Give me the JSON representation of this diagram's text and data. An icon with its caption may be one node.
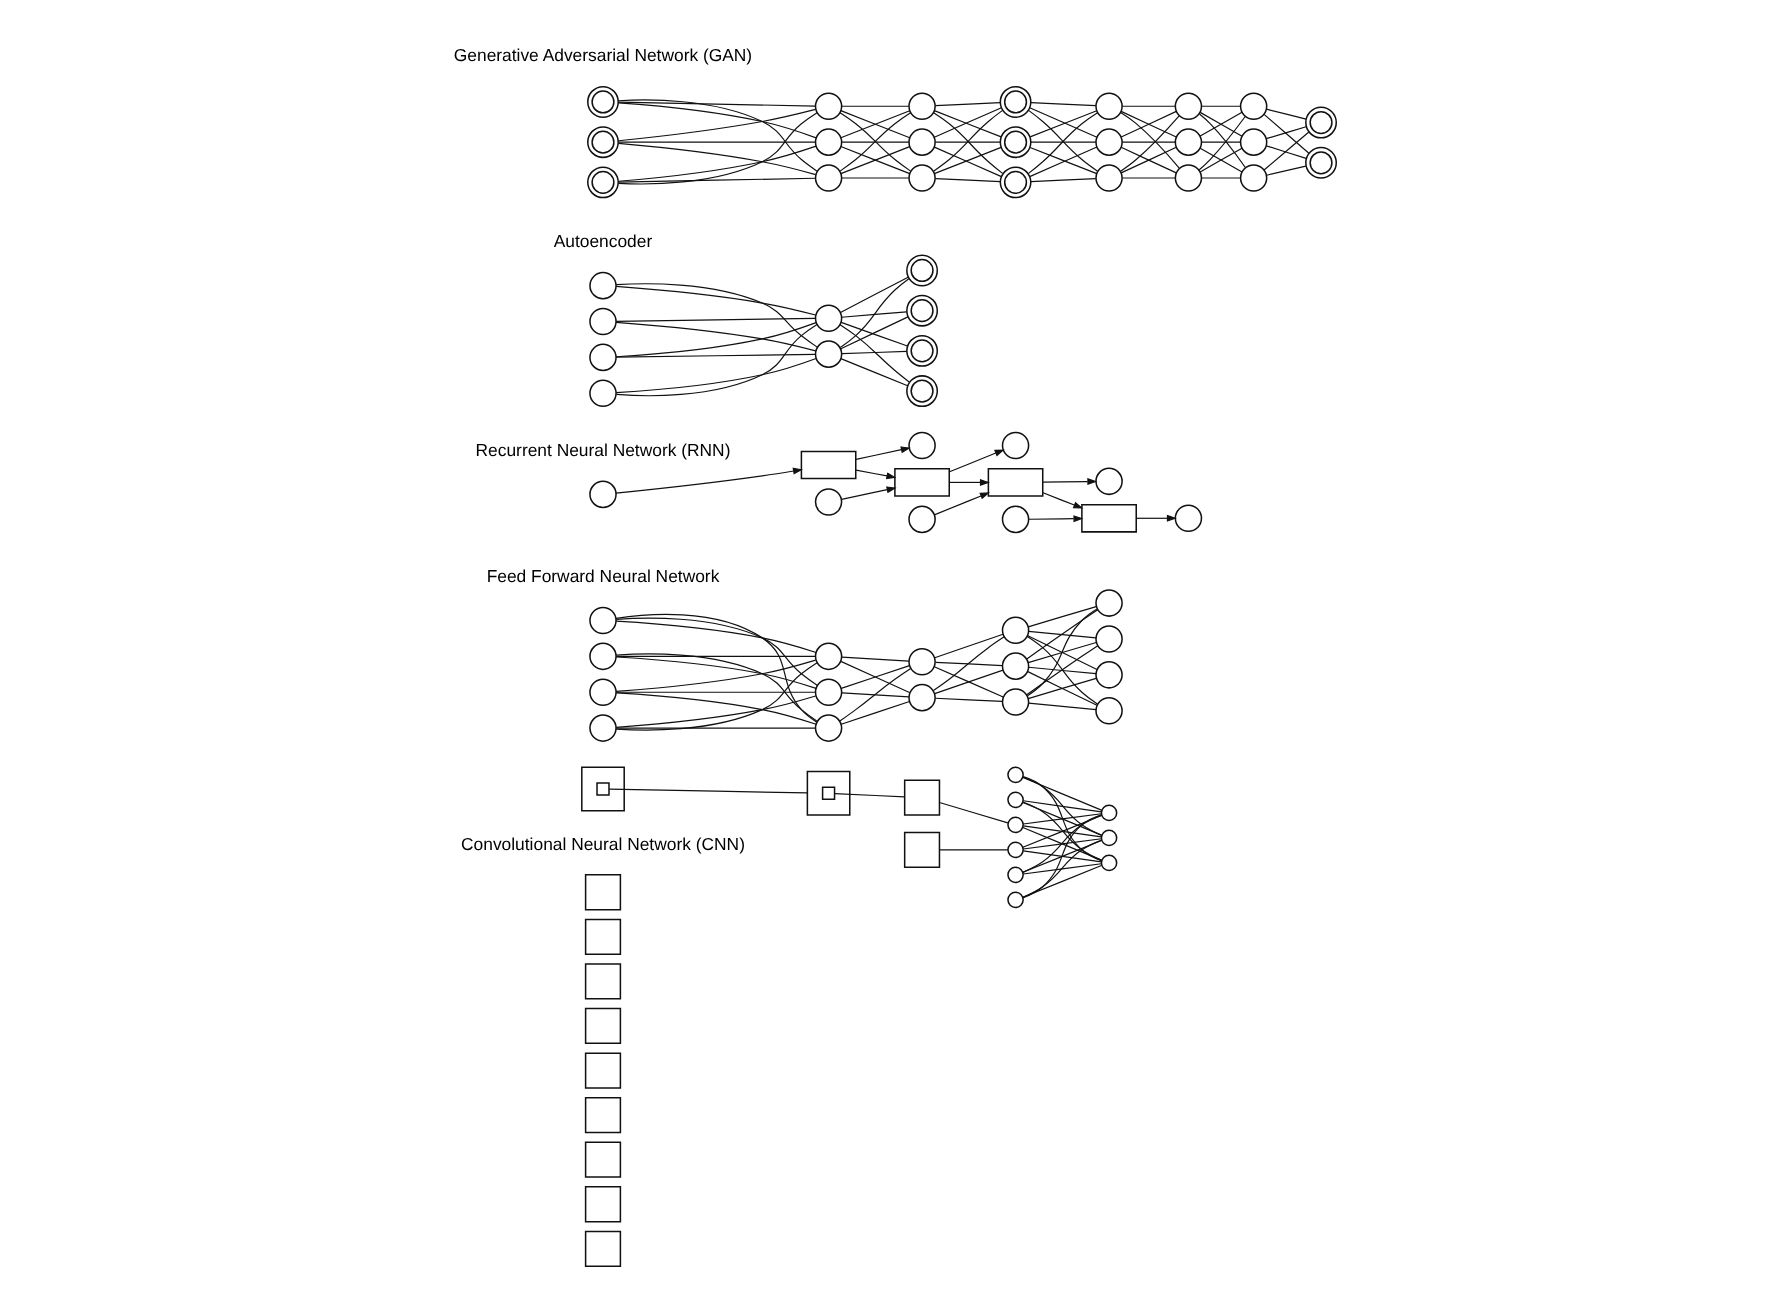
{
  "diagram": {
    "nodes": [
      {
        "text": [],
        "shape": "box"
      },
      {
        "text": [],
        "shape": "box",
        "in": 0
      },
      {
        "text": [],
        "shape": "box"
      },
      {
        "text": [],
        "shape": "box"
      },
      {
        "text": [],
        "shape": "box"
      },
      {
        "text": [],
        "shape": "box"
      },
      {
        "text": [],
        "shape": "box"
      },
      {
        "text": [],
        "shape": "box"
      },
      {
        "text": [],
        "shape": "box",
        "in": 7
      },
      {
        "text": [],
        "shape": "box"
      },
      {
        "text": [],
        "shape": "box"
      },
      {
        "text": [],
        "shape": "box"
      },
      {
        "text": [],
        "shape": "box"
      },
      {
        "text": [],
        "shape": "box"
      },
      {
        "text": [],
        "shape": "box"
      },
      {
        "text": [],
        "shape": "circle"
      },
      {
        "text": [],
        "shape": "circle"
      },
      {
        "text": [],
        "shape": "circle"
      },
      {
        "text": [],
        "shape": "circle"
      },
      {
        "text": [],
        "shape": "circle"
      },
      {
        "text": [],
        "shape": "circle"
      },
      {
        "text": [],
        "shape": "circle"
      },
      {
        "text": [],
        "shape": "circle"
      },
      {
        "text": [],
        "shape": "circle"
      },
      {
        "text": [],
        "shape": "circle"
      },
      {
        "text": [],
        "shape": "circle"
      },
      {
        "text": [],
        "shape": "circle"
      },
      {
        "text": [],
        "shape": "circle"
      },
      {
        "text": [],
        "shape": "circle"
      },
      {
        "text": [],
        "shape": "circle"
      },
      {
        "text": [],
        "shape": "circle"
      },
      {
        "text": [],
        "shape": "circle"
      },
      {
        "text": [],
        "shape": "circle"
      },
      {
        "text": [],
        "shape": "circle"
      },
      {
        "text": [],
        "shape": "circle"
      },
      {
        "text": [],
        "shape": "circle"
      },
      {
        "text": [],
        "shape": "circle"
      },
      {
        "text": [],
        "shape": "circle"
      },
      {
        "text": [],
        "shape": "circle"
      },
      {
        "text": [],
        "shape": "circle"
      },
      {
        "text": [],
        "shape": "circle"
      },
      {
        "text": [],
        "shape": "circle"
      },
      {
        "text": [],
        "shape": "circle"
      },
      {
        "text": [],
        "shape": "circle"
      },
      {
        "text": [],
        "shape": "box"
      },
      {
        "text": [],
        "shape": "box"
      },
      {
        "text": [],
        "shape": "box"
      },
      {
        "text": [],
        "shape": "box"
      },
      {
        "text": [],
        "shape": "circle"
      },
      {
        "text": [],
        "shape": "circle"
      },
      {
        "text": [],
        "shape": "circle"
      },
      {
        "text": [],
        "shape": "circle"
      },
      {
        "text": [],
        "shape": "circle"
      },
      {
        "text": [],
        "shape": "circle"
      },
      {
        "text": [],
        "shape": "circle"
      },
      {
        "text": [],
        "shape": "circle"
      },
      {
        "text": [],
        "shape": "circle"
      },
      {
        "text": [],
        "shape": "circle"
      },
      {
        "text": [],
        "shape": "doublecircle"
      },
      {
        "text": [],
        "shape": "doublecircle"
      },
      {
        "text": [],
        "shape": "doublecircle"
      },
      {
        "text": [],
        "shape": "doublecircle"
      },
      {
        "text": [],
        "shape": "doublecircle"
      },
      {
        "text": [],
        "shape": "doublecircle"
      },
      {
        "text": [],
        "shape": "doublecircle"
      },
      {
        "text": [],
        "shape": "circle"
      },
      {
        "text": [],
        "shape": "circle"
      },
      {
        "text": [],
        "shape": "circle"
      },
      {
        "text": [],
        "shape": "circle"
      },
      {
        "text": [],
        "shape": "circle"
      },
      {
        "text": [],
        "shape": "circle"
      },
      {
        "text": [],
        "shape": "doublecircle"
      },
      {
        "text": [],
        "shape": "doublecircle"
      },
      {
        "text": [],
        "shape": "doublecircle"
      },
      {
        "text": [],
        "shape": "circle"
      },
      {
        "text": [],
        "shape": "circle"
      },
      {
        "text": [],
        "shape": "circle"
      },
      {
        "text": [],
        "shape": "circle"
      },
      {
        "text": [],
        "shape": "circle"
      },
      {
        "text": [],
        "shape": "circle"
      },
      {
        "text": [],
        "shape": "circle"
      },
      {
        "text": [],
        "shape": "circle"
      },
      {
        "text": [],
        "shape": "circle"
      },
      {
        "text": [],
        "shape": "doublecircle"
      },
      {
        "text": [],
        "shape": "doublecircle"
      }
    ],
    "edges": [
      {
        "from": 1,
        "to": 7,
        "arrow": "none"
      },
      {
        "from": 8,
        "to": 14,
        "arrow": "none"
      },
      {
        "from": 9,
        "to": 15,
        "arrow": "none"
      },
      {
        "from": 14,
        "to": 20,
        "arrow": "none"
      },
      {
        "from": 15,
        "to": 21,
        "arrow": "none"
      },
      {
        "from": 15,
        "to": 22,
        "arrow": "none"
      },
      {
        "from": 15,
        "to": 23,
        "arrow": "none"
      },
      {
        "from": 16,
        "to": 21,
        "arrow": "none"
      },
      {
        "from": 16,
        "to": 22,
        "arrow": "none"
      },
      {
        "from": 16,
        "to": 23,
        "arrow": "none"
      },
      {
        "from": 17,
        "to": 21,
        "arrow": "none"
      },
      {
        "from": 17,
        "to": 22,
        "arrow": "none"
      },
      {
        "from": 17,
        "to": 23,
        "arrow": "none"
      },
      {
        "from": 18,
        "to": 21,
        "arrow": "none"
      },
      {
        "from": 18,
        "to": 22,
        "arrow": "none"
      },
      {
        "from": 18,
        "to": 23,
        "arrow": "none"
      },
      {
        "from": 19,
        "to": 21,
        "arrow": "none"
      },
      {
        "from": 19,
        "to": 22,
        "arrow": "none"
      },
      {
        "from": 19,
        "to": 23,
        "arrow": "none"
      },
      {
        "from": 20,
        "to": 21,
        "arrow": "none"
      },
      {
        "from": 20,
        "to": 22,
        "arrow": "none"
      },
      {
        "from": 20,
        "to": 23,
        "arrow": "none"
      },
      {
        "from": 24,
        "to": 28,
        "arrow": "none"
      },
      {
        "from": 24,
        "to": 29,
        "arrow": "none"
      },
      {
        "from": 24,
        "to": 30,
        "arrow": "none"
      },
      {
        "from": 25,
        "to": 28,
        "arrow": "none"
      },
      {
        "from": 25,
        "to": 29,
        "arrow": "none"
      },
      {
        "from": 25,
        "to": 30,
        "arrow": "none"
      },
      {
        "from": 26,
        "to": 28,
        "arrow": "none"
      },
      {
        "from": 26,
        "to": 29,
        "arrow": "none"
      },
      {
        "from": 26,
        "to": 30,
        "arrow": "none"
      },
      {
        "from": 27,
        "to": 28,
        "arrow": "none"
      },
      {
        "from": 27,
        "to": 29,
        "arrow": "none"
      },
      {
        "from": 27,
        "to": 30,
        "arrow": "none"
      },
      {
        "from": 28,
        "to": 31,
        "arrow": "none"
      },
      {
        "from": 28,
        "to": 32,
        "arrow": "none"
      },
      {
        "from": 29,
        "to": 31,
        "arrow": "none"
      },
      {
        "from": 29,
        "to": 32,
        "arrow": "none"
      },
      {
        "from": 30,
        "to": 31,
        "arrow": "none"
      },
      {
        "from": 30,
        "to": 32,
        "arrow": "none"
      },
      {
        "from": 31,
        "to": 33,
        "arrow": "none"
      },
      {
        "from": 31,
        "to": 34,
        "arrow": "none"
      },
      {
        "from": 31,
        "to": 35,
        "arrow": "none"
      },
      {
        "from": 32,
        "to": 33,
        "arrow": "none"
      },
      {
        "from": 32,
        "to": 34,
        "arrow": "none"
      },
      {
        "from": 32,
        "to": 35,
        "arrow": "none"
      },
      {
        "from": 33,
        "to": 36,
        "arrow": "none"
      },
      {
        "from": 33,
        "to": 37,
        "arrow": "none"
      },
      {
        "from": 33,
        "to": 38,
        "arrow": "none"
      },
      {
        "from": 33,
        "to": 39,
        "arrow": "none"
      },
      {
        "from": 34,
        "to": 36,
        "arrow": "none"
      },
      {
        "from": 34,
        "to": 37,
        "arrow": "none"
      },
      {
        "from": 34,
        "to": 38,
        "arrow": "none"
      },
      {
        "from": 34,
        "to": 39,
        "arrow": "none"
      },
      {
        "from": 35,
        "to": 36,
        "arrow": "none"
      },
      {
        "from": 35,
        "to": 37,
        "arrow": "none"
      },
      {
        "from": 35,
        "to": 38,
        "arrow": "none"
      },
      {
        "from": 35,
        "to": 39,
        "arrow": "none"
      },
      {
        "from": 48,
        "to": 44,
        "arrow": "to"
      },
      {
        "from": 44,
        "to": 40,
        "arrow": "to"
      },
      {
        "from": 44,
        "to": 45,
        "arrow": "to"
      },
      {
        "from": 49,
        "to": 45,
        "arrow": "to"
      },
      {
        "from": 45,
        "to": 41,
        "arrow": "to"
      },
      {
        "from": 45,
        "to": 46,
        "arrow": "to"
      },
      {
        "from": 50,
        "to": 46,
        "arrow": "to"
      },
      {
        "from": 46,
        "to": 42,
        "arrow": "to"
      },
      {
        "from": 46,
        "to": 47,
        "arrow": "to"
      },
      {
        "from": 51,
        "to": 47,
        "arrow": "to"
      },
      {
        "from": 47,
        "to": 43,
        "arrow": "to"
      },
      {
        "from": 52,
        "to": 56,
        "arrow": "none"
      },
      {
        "from": 52,
        "to": 57,
        "arrow": "none"
      },
      {
        "from": 53,
        "to": 56,
        "arrow": "none"
      },
      {
        "from": 53,
        "to": 57,
        "arrow": "none"
      },
      {
        "from": 54,
        "to": 56,
        "arrow": "none"
      },
      {
        "from": 54,
        "to": 57,
        "arrow": "none"
      },
      {
        "from": 55,
        "to": 56,
        "arrow": "none"
      },
      {
        "from": 55,
        "to": 57,
        "arrow": "none"
      },
      {
        "from": 56,
        "to": 58,
        "arrow": "none"
      },
      {
        "from": 56,
        "to": 59,
        "arrow": "none"
      },
      {
        "from": 56,
        "to": 60,
        "arrow": "none"
      },
      {
        "from": 56,
        "to": 61,
        "arrow": "none"
      },
      {
        "from": 57,
        "to": 58,
        "arrow": "none"
      },
      {
        "from": 57,
        "to": 59,
        "arrow": "none"
      },
      {
        "from": 57,
        "to": 60,
        "arrow": "none"
      },
      {
        "from": 57,
        "to": 61,
        "arrow": "none"
      },
      {
        "from": 62,
        "to": 65,
        "arrow": "none"
      },
      {
        "from": 62,
        "to": 66,
        "arrow": "none"
      },
      {
        "from": 62,
        "to": 67,
        "arrow": "none"
      },
      {
        "from": 63,
        "to": 65,
        "arrow": "none"
      },
      {
        "from": 63,
        "to": 66,
        "arrow": "none"
      },
      {
        "from": 63,
        "to": 67,
        "arrow": "none"
      },
      {
        "from": 64,
        "to": 65,
        "arrow": "none"
      },
      {
        "from": 64,
        "to": 66,
        "arrow": "none"
      },
      {
        "from": 64,
        "to": 67,
        "arrow": "none"
      },
      {
        "from": 65,
        "to": 68,
        "arrow": "none"
      },
      {
        "from": 65,
        "to": 69,
        "arrow": "none"
      },
      {
        "from": 65,
        "to": 70,
        "arrow": "none"
      },
      {
        "from": 66,
        "to": 68,
        "arrow": "none"
      },
      {
        "from": 66,
        "to": 69,
        "arrow": "none"
      },
      {
        "from": 66,
        "to": 70,
        "arrow": "none"
      },
      {
        "from": 67,
        "to": 68,
        "arrow": "none"
      },
      {
        "from": 67,
        "to": 69,
        "arrow": "none"
      },
      {
        "from": 67,
        "to": 70,
        "arrow": "none"
      },
      {
        "from": 68,
        "to": 71,
        "arrow": "none"
      },
      {
        "from": 68,
        "to": 72,
        "arrow": "none"
      },
      {
        "from": 68,
        "to": 73,
        "arrow": "none"
      },
      {
        "from": 69,
        "to": 71,
        "arrow": "none"
      },
      {
        "from": 69,
        "to": 72,
        "arrow": "none"
      },
      {
        "from": 69,
        "to": 73,
        "arrow": "none"
      },
      {
        "from": 70,
        "to": 71,
        "arrow": "none"
      },
      {
        "from": 70,
        "to": 72,
        "arrow": "none"
      },
      {
        "from": 70,
        "to": 73,
        "arrow": "none"
      },
      {
        "from": 71,
        "to": 74,
        "arrow": "none"
      },
      {
        "from": 71,
        "to": 75,
        "arrow": "none"
      },
      {
        "from": 71,
        "to": 76,
        "arrow": "none"
      },
      {
        "from": 72,
        "to": 74,
        "arrow": "none"
      },
      {
        "from": 72,
        "to": 75,
        "arrow": "none"
      },
      {
        "from": 72,
        "to": 76,
        "arrow": "none"
      },
      {
        "from": 73,
        "to": 74,
        "arrow": "none"
      },
      {
        "from": 73,
        "to": 75,
        "arrow": "none"
      },
      {
        "from": 73,
        "to": 76,
        "arrow": "none"
      },
      {
        "from": 74,
        "to": 77,
        "arrow": "none"
      },
      {
        "from": 74,
        "to": 78,
        "arrow": "none"
      },
      {
        "from": 74,
        "to": 79,
        "arrow": "none"
      },
      {
        "from": 75,
        "to": 77,
        "arrow": "none"
      },
      {
        "from": 75,
        "to": 78,
        "arrow": "none"
      },
      {
        "from": 75,
        "to": 79,
        "arrow": "none"
      },
      {
        "from": 76,
        "to": 77,
        "arrow": "none"
      },
      {
        "from": 76,
        "to": 78,
        "arrow": "none"
      },
      {
        "from": 76,
        "to": 79,
        "arrow": "none"
      },
      {
        "from": 77,
        "to": 80,
        "arrow": "none"
      },
      {
        "from": 77,
        "to": 81,
        "arrow": "none"
      },
      {
        "from": 77,
        "to": 82,
        "arrow": "none"
      },
      {
        "from": 78,
        "to": 80,
        "arrow": "none"
      },
      {
        "from": 78,
        "to": 81,
        "arrow": "none"
      },
      {
        "from": 78,
        "to": 82,
        "arrow": "none"
      },
      {
        "from": 79,
        "to": 80,
        "arrow": "none"
      },
      {
        "from": 79,
        "to": 81,
        "arrow": "none"
      },
      {
        "from": 79,
        "to": 82,
        "arrow": "none"
      },
      {
        "from": 80,
        "to": 83,
        "arrow": "none"
      },
      {
        "from": 80,
        "to": 84,
        "arrow": "none"
      },
      {
        "from": 81,
        "to": 83,
        "arrow": "none"
      },
      {
        "from": 81,
        "to": 84,
        "arrow": "none"
      },
      {
        "from": 82,
        "to": 83,
        "arrow": "none"
      },
      {
        "from": 82,
        "to": 84,
        "arrow": "none"
      }
    ],
    "labels": [
      "Convolutional Neural Network (CNN)",
      "Feed Forward Neural Network",
      "Recurrent Neural Network (RNN)",
      "Autoencoder",
      "Generative Adversarial Network (GAN)"
    ]
  }
}
